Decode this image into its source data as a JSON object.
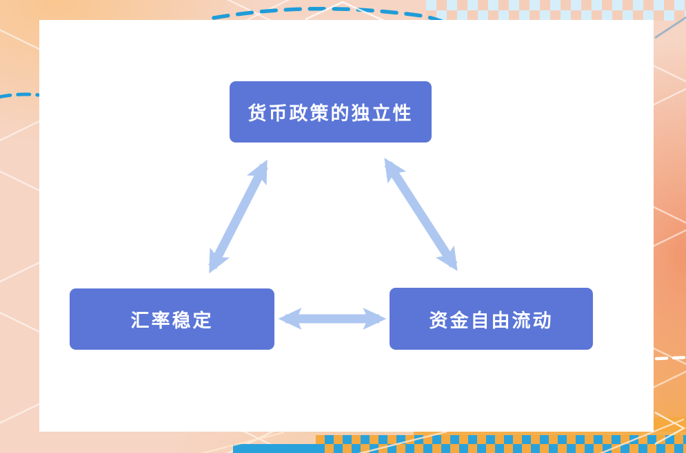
{
  "slide": {
    "background": {
      "base_color": "#F6D5C4",
      "corner_orange": "#F5A93E",
      "salmon_accent": "#EF8F6C",
      "checker_blue_light": "#D6EEFA",
      "checker_peach": "#F5CEBA",
      "checker_orange": "#F5A93E",
      "checker_blue": "#29A2DC",
      "dash_blue": "#1F9CD8",
      "lattice_line": "#FFFFFF"
    },
    "canvas_color": "#FFFFFF"
  },
  "diagram": {
    "type": "trilemma-triangle",
    "nodes": [
      {
        "id": "monetary-policy",
        "label": "货币政策的独立性",
        "position": "top"
      },
      {
        "id": "exchange-rate-stability",
        "label": "汇率稳定",
        "position": "bottom-left"
      },
      {
        "id": "free-capital-flow",
        "label": "资金自由流动",
        "position": "bottom-right"
      }
    ],
    "edges": [
      {
        "from": "monetary-policy",
        "to": "exchange-rate-stability",
        "bidirectional": true
      },
      {
        "from": "monetary-policy",
        "to": "free-capital-flow",
        "bidirectional": true
      },
      {
        "from": "exchange-rate-stability",
        "to": "free-capital-flow",
        "bidirectional": true
      }
    ],
    "node_fill": "#5B76D7",
    "node_text_color": "#FFFFFF",
    "arrow_color": "#AEC7F1"
  }
}
